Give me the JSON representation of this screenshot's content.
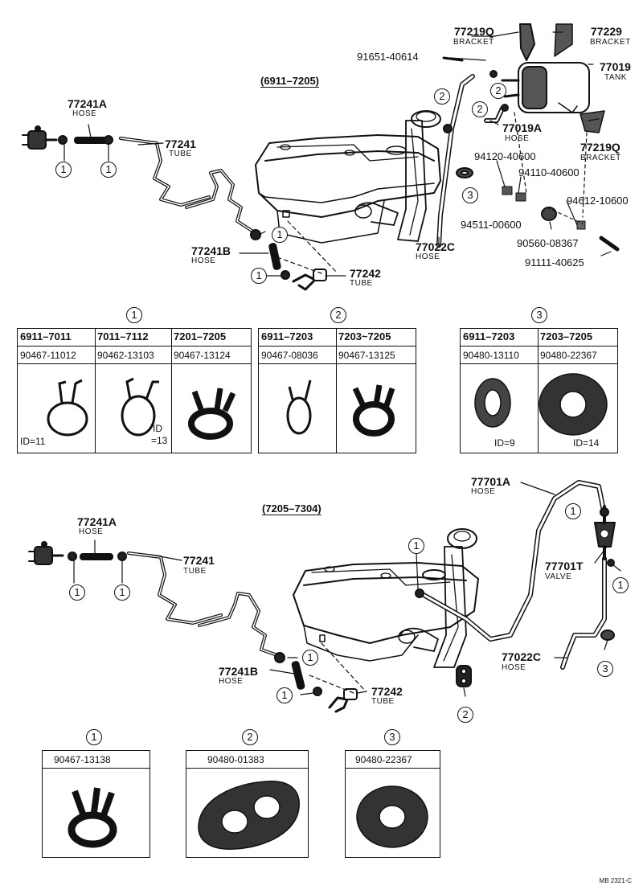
{
  "ranges": {
    "top": "(6911–7205)",
    "bottom": "(7205–7304)"
  },
  "top_parts": {
    "p77219Q_a": {
      "num": "77219Q",
      "name": "BRACKET"
    },
    "p77229": {
      "num": "77229",
      "name": "BRACKET"
    },
    "p91651": {
      "num": "91651-40614"
    },
    "p77019": {
      "num": "77019",
      "name": "TANK"
    },
    "p77241A": {
      "num": "77241A",
      "name": "HOSE"
    },
    "p77241": {
      "num": "77241",
      "name": "TUBE"
    },
    "p77019A": {
      "num": "77019A",
      "name": "HOSE"
    },
    "p77219Q_b": {
      "num": "77219Q",
      "name": "BRACKET"
    },
    "p94120": {
      "num": "94120-40600"
    },
    "p94110": {
      "num": "94110-40600"
    },
    "p94612": {
      "num": "94612-10600"
    },
    "p94511": {
      "num": "94511-00600"
    },
    "p77022C": {
      "num": "77022C",
      "name": "HOSE"
    },
    "p90560": {
      "num": "90560-08367"
    },
    "p77241B": {
      "num": "77241B",
      "name": "HOSE"
    },
    "p91111": {
      "num": "91111-40625"
    },
    "p77242": {
      "num": "77242",
      "name": "TUBE"
    }
  },
  "bottom_parts": {
    "p77701A": {
      "num": "77701A",
      "name": "HOSE"
    },
    "p77241A": {
      "num": "77241A",
      "name": "HOSE"
    },
    "p77241": {
      "num": "77241",
      "name": "TUBE"
    },
    "p77701T": {
      "num": "77701T",
      "name": "VALVE"
    },
    "p77022C": {
      "num": "77022C",
      "name": "HOSE"
    },
    "p77241B": {
      "num": "77241B",
      "name": "HOSE"
    },
    "p77242": {
      "num": "77242",
      "name": "TUBE"
    }
  },
  "markers": {
    "one": "1",
    "two": "2",
    "three": "3"
  },
  "table1": {
    "headers": [
      "6911–7011",
      "7011–7112",
      "7201–7205"
    ],
    "parts": [
      "90467-11012",
      "90462-13103",
      "90467-13124"
    ],
    "notes": {
      "id11": "ID=11",
      "id13a": "ID",
      "id13b": "=13"
    }
  },
  "table2": {
    "headers": [
      "6911–7203",
      "7203~7205"
    ],
    "parts": [
      "90467-08036",
      "90467-13125"
    ]
  },
  "table3": {
    "headers": [
      "6911–7203",
      "7203–7205"
    ],
    "parts": [
      "90480-13110",
      "90480-22367"
    ],
    "notes": {
      "id9": "ID=9",
      "id14": "ID=14"
    }
  },
  "btable1": {
    "part": "90467-13138"
  },
  "btable2": {
    "part": "90480-01383"
  },
  "btable3": {
    "part": "90480-22367"
  },
  "ref": "MB 2321-C"
}
